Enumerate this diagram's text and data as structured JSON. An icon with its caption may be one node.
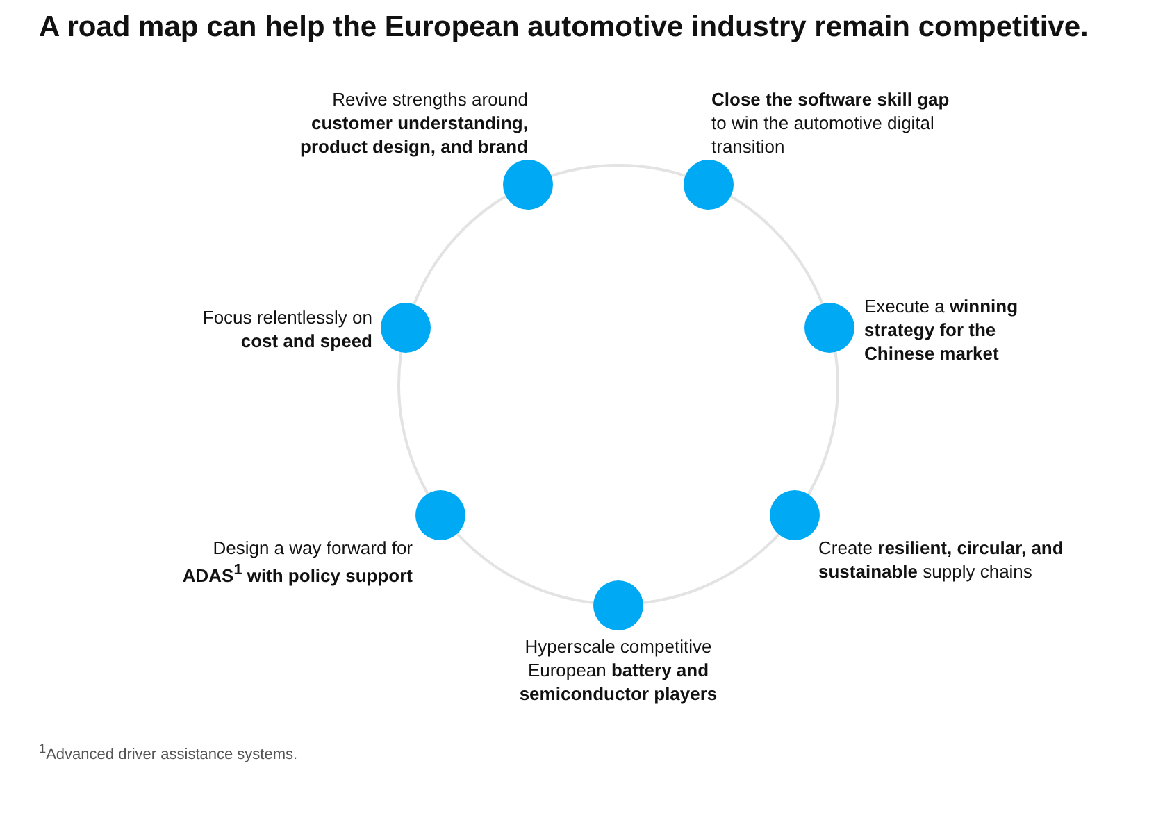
{
  "diagram": {
    "title": "A road map can help the European automotive industry remain competitive.",
    "nodes": [
      {
        "text": [],
        "shape": "circle",
        "beside": [
          "Revive strengths around **customer understanding, product design, and brand**"
        ]
      },
      {
        "text": [],
        "shape": "circle",
        "beside": [
          "**Close the software skill gap** to win the automotive digital transition"
        ]
      },
      {
        "text": [],
        "shape": "circle",
        "beside": [
          "Focus relentlessly on **cost and speed**"
        ]
      },
      {
        "text": [],
        "shape": "circle",
        "beside": [
          "Execute a **winning strategy for the Chinese market**"
        ]
      },
      {
        "text": [],
        "shape": "circle",
        "beside": [
          "Design a way forward for **ADAS$^{1}$ with policy support**"
        ]
      },
      {
        "text": [],
        "shape": "circle",
        "beside": [
          "Create **resilient, circular, and sustainable** supply chains"
        ]
      },
      {
        "text": [],
        "shape": "circle",
        "beside": [
          "Hyperscale competitive European **battery and semiconductor players**"
        ]
      }
    ],
    "labels": [
      "$^{1}$Advanced driver assistance systems."
    ]
  }
}
